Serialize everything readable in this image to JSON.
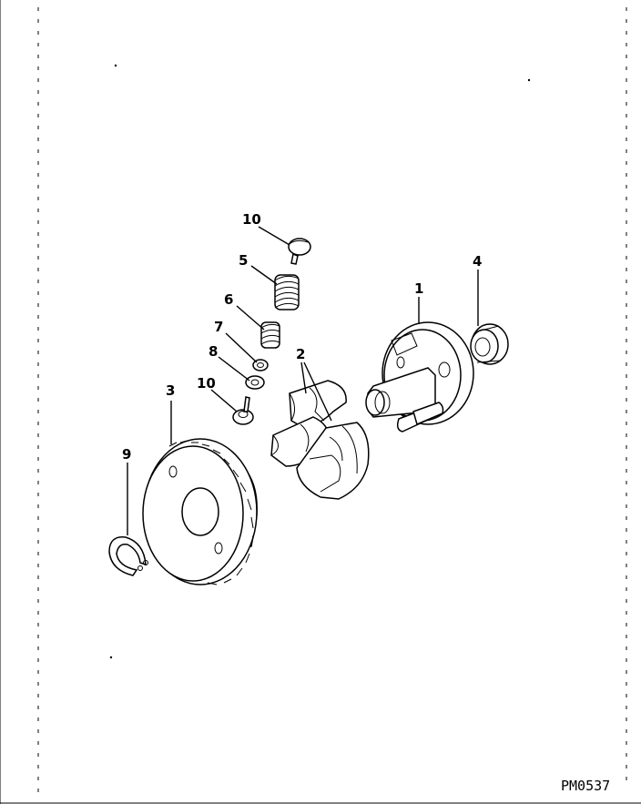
{
  "drawing": {
    "code": "PM0537",
    "callouts": {
      "c1": "1",
      "c2": "2",
      "c3": "3",
      "c4": "4",
      "c5": "5",
      "c6": "6",
      "c7": "7",
      "c8": "8",
      "c9": "9",
      "c10a": "10",
      "c10b": "10"
    }
  }
}
